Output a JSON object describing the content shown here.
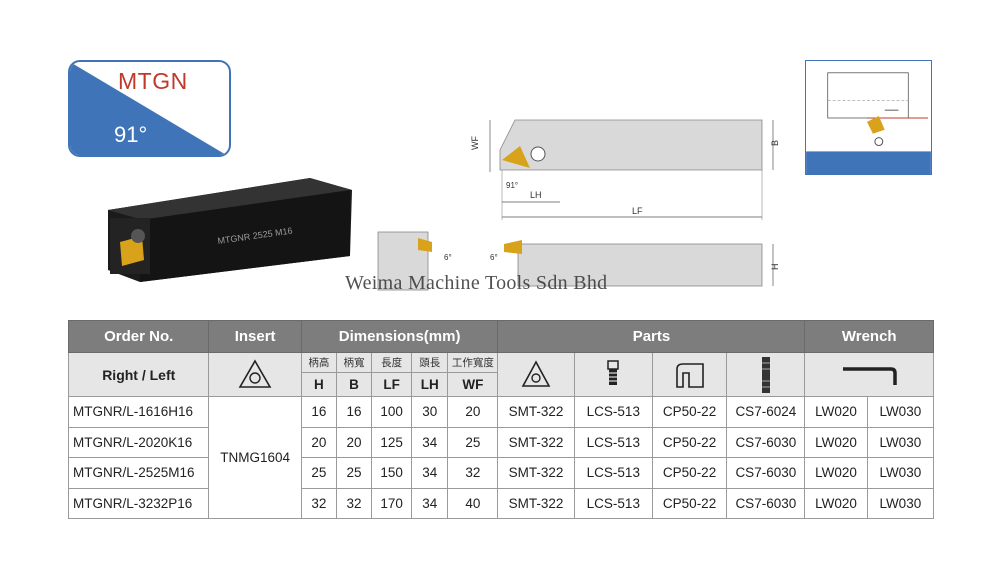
{
  "badge": {
    "name": "MTGN",
    "angle": "91°"
  },
  "product": {
    "engraving": "MTGNR 2525 M16"
  },
  "watermark": "Weima Machine Tools Sdn Bhd",
  "drawing": {
    "labels": {
      "wf": "WF",
      "b": "B",
      "lh": "LH",
      "lf": "LF",
      "h": "H",
      "angle": "91°",
      "clearance": "6°"
    }
  },
  "table": {
    "headers": {
      "order": "Order No.",
      "insert": "Insert",
      "dimensions": "Dimensions(mm)",
      "parts": "Parts",
      "wrench": "Wrench"
    },
    "right_left": "Right / Left",
    "dim_cn": [
      "柄高",
      "柄寬",
      "長度",
      "頭長",
      "工作寬度"
    ],
    "dim_codes": [
      "H",
      "B",
      "LF",
      "LH",
      "WF"
    ],
    "part_icons": [
      "insert-icon",
      "screw-icon",
      "clamp-icon",
      "pin-icon",
      "wrench-icon"
    ],
    "insert_value": "TNMG1604",
    "rows": [
      {
        "order": "MTGNR/L-1616H16",
        "H": "16",
        "B": "16",
        "LF": "100",
        "LH": "30",
        "WF": "20",
        "shim": "SMT-322",
        "screw": "LCS-513",
        "clamp": "CP50-22",
        "pin": "CS7-6024",
        "w1": "LW020",
        "w2": "LW030"
      },
      {
        "order": "MTGNR/L-2020K16",
        "H": "20",
        "B": "20",
        "LF": "125",
        "LH": "34",
        "WF": "25",
        "shim": "SMT-322",
        "screw": "LCS-513",
        "clamp": "CP50-22",
        "pin": "CS7-6030",
        "w1": "LW020",
        "w2": "LW030"
      },
      {
        "order": "MTGNR/L-2525M16",
        "H": "25",
        "B": "25",
        "LF": "150",
        "LH": "34",
        "WF": "32",
        "shim": "SMT-322",
        "screw": "LCS-513",
        "clamp": "CP50-22",
        "pin": "CS7-6030",
        "w1": "LW020",
        "w2": "LW030"
      },
      {
        "order": "MTGNR/L-3232P16",
        "H": "32",
        "B": "32",
        "LF": "170",
        "LH": "34",
        "WF": "40",
        "shim": "SMT-322",
        "screw": "LCS-513",
        "clamp": "CP50-22",
        "pin": "CS7-6030",
        "w1": "LW020",
        "w2": "LW030"
      }
    ]
  },
  "colors": {
    "accent_blue": "#3f74b8",
    "title_red": "#c0392b",
    "header_gray": "#7d7d7d",
    "insert_gold": "#d9a21b"
  }
}
